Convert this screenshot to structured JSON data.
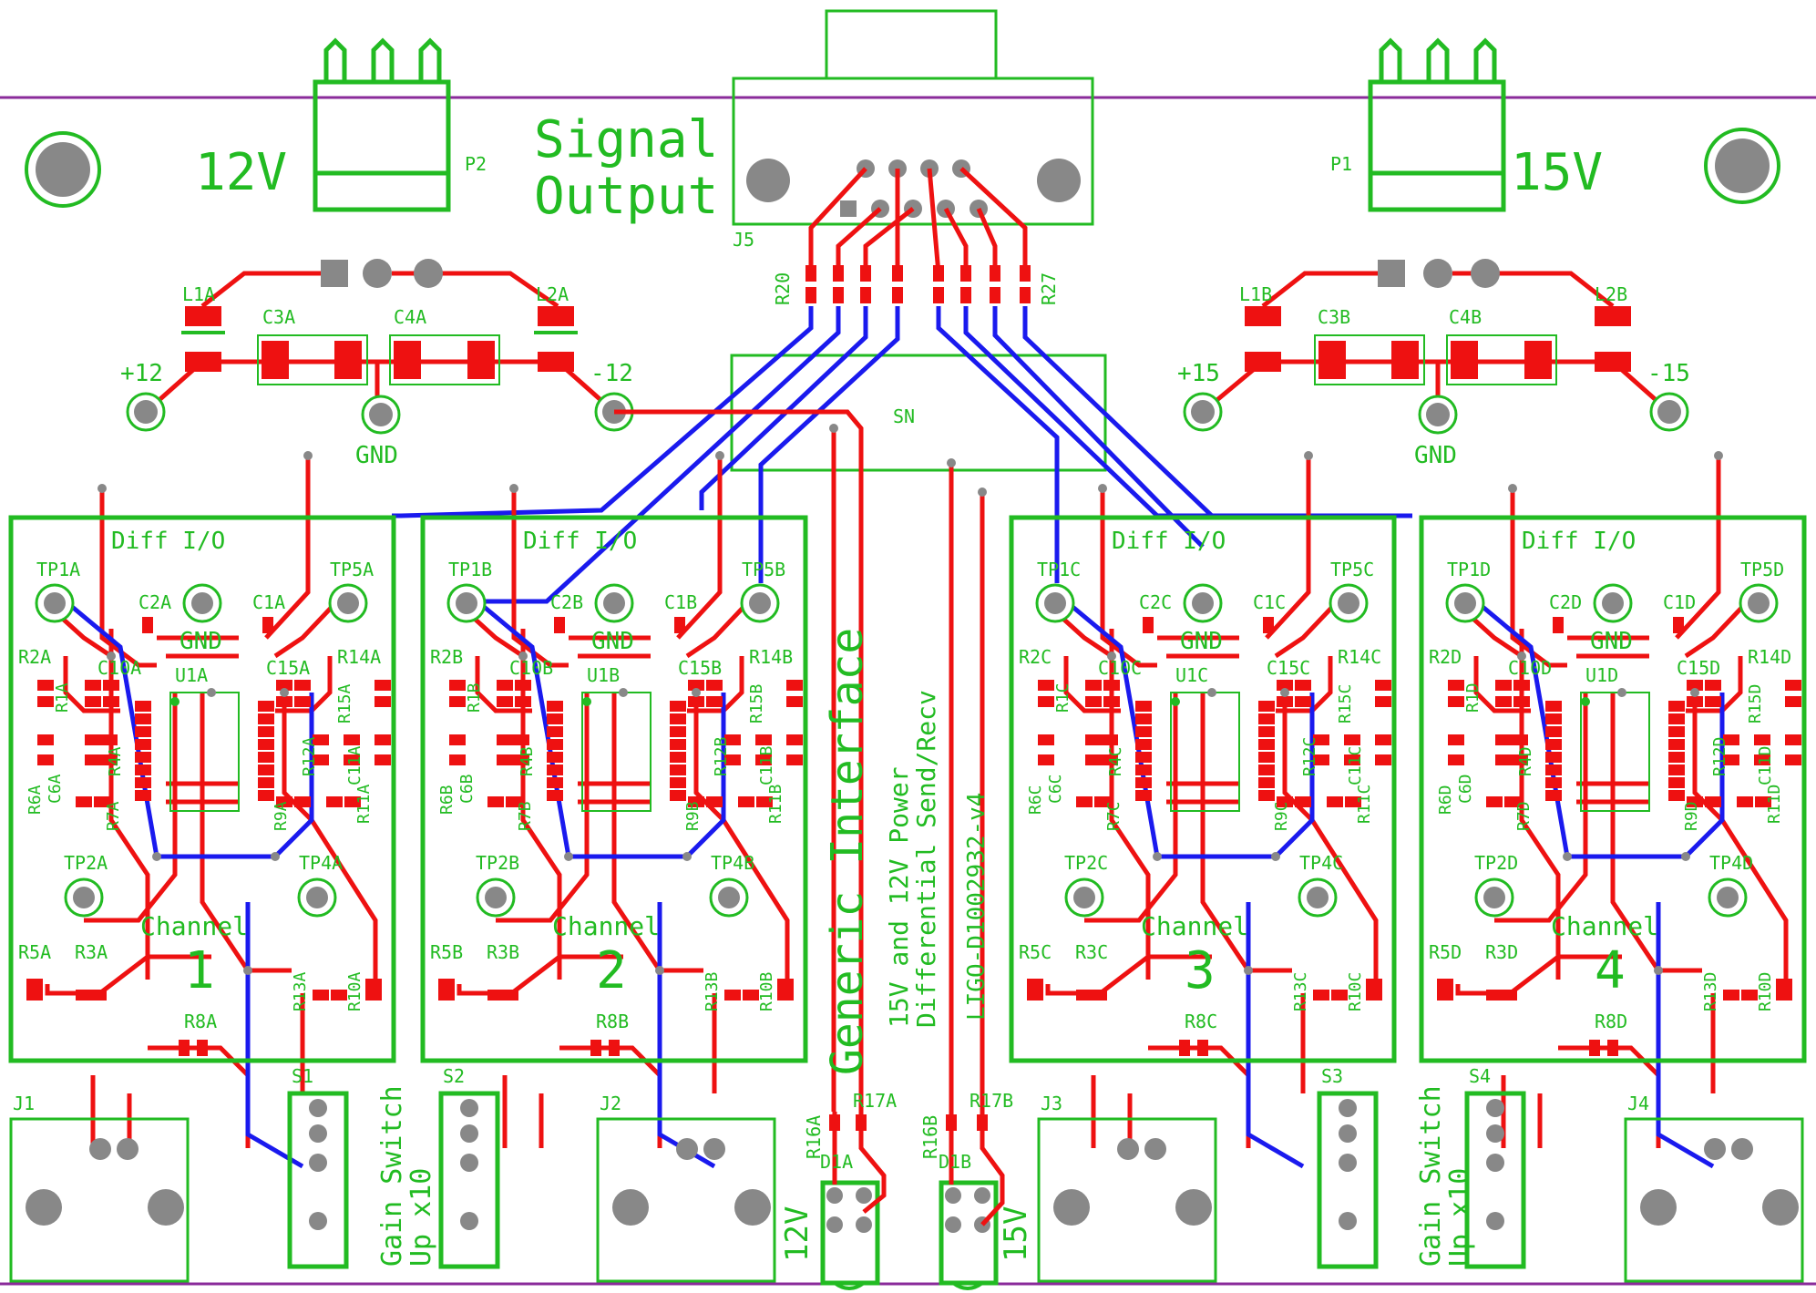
{
  "colors": {
    "silk": "#22bb22",
    "copper_top": "#ee1111",
    "copper_bottom": "#1a1aee",
    "pad_gray": "#888888",
    "board_outline": "#8a2b9a",
    "background": "#ffffff"
  },
  "header": {
    "power_left_label": "12V",
    "power_right_label": "15V",
    "signal_line1": "Signal",
    "signal_line2": "Output",
    "p_left": "P2",
    "p_right": "P1",
    "j_output": "J5",
    "sn": "SN",
    "r_left_end": "R20",
    "r_right_end": "R27"
  },
  "supply_left": {
    "l_in": "L1A",
    "l_out": "L2A",
    "c1": "C3A",
    "c2": "C4A",
    "plus": "+12",
    "minus": "-12",
    "gnd": "GND"
  },
  "supply_right": {
    "l_in": "L1B",
    "l_out": "L2B",
    "c1": "C3B",
    "c2": "C4B",
    "plus": "+15",
    "minus": "-15",
    "gnd": "GND"
  },
  "channels": [
    {
      "id": "A",
      "number": "1",
      "header": "Diff I/O",
      "gnd": "GND",
      "channel_word": "Channel",
      "tp1": "TP1A",
      "tp5": "TP5A",
      "tp2": "TP2A",
      "tp4": "TP4A",
      "c2": "C2A",
      "c1": "C1A",
      "u1": "U1A",
      "r2": "R2A",
      "c10": "C10A",
      "c15": "C15A",
      "r14": "R14A",
      "r1": "R1A",
      "r15": "R15A",
      "r4": "R4A",
      "r12": "R12A",
      "c11": "C11A",
      "r6": "R6A",
      "c6": "C6A",
      "r7": "R7A",
      "r9": "R9A",
      "r11": "R11A",
      "r5": "R5A",
      "r3": "R3A",
      "r13": "R13A",
      "r10": "R10A",
      "r8": "R8A"
    },
    {
      "id": "B",
      "number": "2",
      "header": "Diff I/O",
      "gnd": "GND",
      "channel_word": "Channel",
      "tp1": "TP1B",
      "tp5": "TP5B",
      "tp2": "TP2B",
      "tp4": "TP4B",
      "c2": "C2B",
      "c1": "C1B",
      "u1": "U1B",
      "r2": "R2B",
      "c10": "C10B",
      "c15": "C15B",
      "r14": "R14B",
      "r1": "R1B",
      "r15": "R15B",
      "r4": "R4B",
      "r12": "R12B",
      "c11": "C11B",
      "r6": "R6B",
      "c6": "C6B",
      "r7": "R7B",
      "r9": "R9B",
      "r11": "R11B",
      "r5": "R5B",
      "r3": "R3B",
      "r13": "R13B",
      "r10": "R10B",
      "r8": "R8B"
    },
    {
      "id": "C",
      "number": "3",
      "header": "Diff I/O",
      "gnd": "GND",
      "channel_word": "Channel",
      "tp1": "TP1C",
      "tp5": "TP5C",
      "tp2": "TP2C",
      "tp4": "TP4C",
      "c2": "C2C",
      "c1": "C1C",
      "u1": "U1C",
      "r2": "R2C",
      "c10": "C10C",
      "c15": "C15C",
      "r14": "R14C",
      "r1": "R1C",
      "r15": "R15C",
      "r4": "R4C",
      "r12": "R12C",
      "c11": "C11C",
      "r6": "R6C",
      "c6": "C6C",
      "r7": "R7C",
      "r9": "R9C",
      "r11": "R11C",
      "r5": "R5C",
      "r3": "R3C",
      "r13": "R13C",
      "r10": "R10C",
      "r8": "R8C"
    },
    {
      "id": "D",
      "number": "4",
      "header": "Diff I/O",
      "gnd": "GND",
      "channel_word": "Channel",
      "tp1": "TP1D",
      "tp5": "TP5D",
      "tp2": "TP2D",
      "tp4": "TP4D",
      "c2": "C2D",
      "c1": "C1D",
      "u1": "U1D",
      "r2": "R2D",
      "c10": "C10D",
      "c15": "C15D",
      "r14": "R14D",
      "r1": "R1D",
      "r15": "R15D",
      "r4": "R4D",
      "r12": "R12D",
      "c11": "C11D",
      "r6": "R6D",
      "c6": "C6D",
      "r7": "R7D",
      "r9": "R9D",
      "r11": "R11D",
      "r5": "R5D",
      "r3": "R3D",
      "r13": "R13D",
      "r10": "R10D",
      "r8": "R8D"
    }
  ],
  "bottom": {
    "j1": "J1",
    "j2": "J2",
    "j3": "J3",
    "j4": "J4",
    "s1": "S1",
    "s2": "S2",
    "s3": "S3",
    "s4": "S4",
    "gain_line1": "Gain Switch",
    "gain_line2": "Up x10",
    "d1": "D1A",
    "d2": "D1B",
    "r16a": "R16A",
    "r17a": "R17A",
    "r16b": "R16B",
    "r17b": "R17B",
    "led_left": "12V",
    "led_right": "15V"
  },
  "center_text": {
    "title": "Generic Interface",
    "line1": "15V and 12V Power",
    "line2": "Differential Send/Recv",
    "doc_id": "LIGO-D1002932-v4"
  }
}
